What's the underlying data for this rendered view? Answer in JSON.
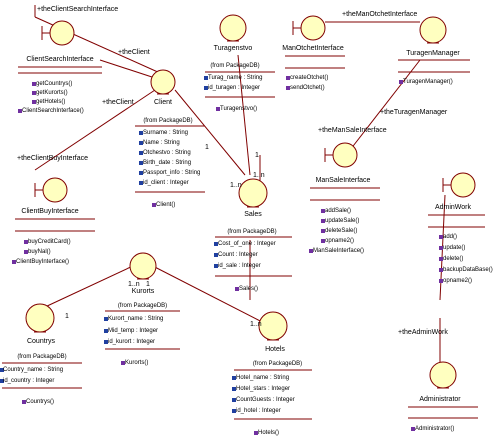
{
  "colors": {
    "fill": "#ffffc0",
    "line": "#800000",
    "stroke": "#000000",
    "attr_icon": "#2040a0",
    "op_icon": "#7030a0"
  },
  "classes": {
    "client_search_interface": {
      "name": "ClientSearchInterface",
      "kind": "boundary",
      "ops": [
        "getCountrys()",
        "getKurorts()",
        "getHotels()",
        "ClientSearchInterface()"
      ]
    },
    "client": {
      "name": "Client",
      "kind": "entity",
      "package": "(from PackageDB)",
      "attrs": [
        "Surname : String",
        "Name : String",
        "Otchestvo : String",
        "Birth_date : String",
        "Passport_info : String",
        "id_client : Integer"
      ],
      "ops": [
        "Client()"
      ]
    },
    "turagenstvo": {
      "name": "Turagenstvo",
      "kind": "entity",
      "package": "(from PackageDB)",
      "attrs": [
        "Turag_name : String",
        "id_turagen : Integer"
      ],
      "ops": [
        "Turagenstvo()"
      ]
    },
    "man_otchet_interface": {
      "name": "ManOtchetInterface",
      "kind": "boundary",
      "ops": [
        "createOtchet()",
        "sendOtchet()"
      ]
    },
    "turagen_manager": {
      "name": "TuragenManager",
      "kind": "actor-entity",
      "ops": [
        "TuragenManager()"
      ]
    },
    "man_sale_interface": {
      "name": "ManSaleInterface",
      "kind": "boundary",
      "ops": [
        "addSale()",
        "updateSale()",
        "deleteSale()",
        "opname2()",
        "ManSaleInterface()"
      ]
    },
    "client_buy_interface": {
      "name": "ClientBuyInterface",
      "kind": "boundary",
      "ops": [
        "buyCreditCard()",
        "buyNal()",
        "ClientBuyInterface()"
      ]
    },
    "sales": {
      "name": "Sales",
      "kind": "entity",
      "package": "(from PackageDB)",
      "attrs": [
        "Cost_of_one : Integer",
        "Count : Integer",
        "id_sale : Integer"
      ],
      "ops": [
        "Sales()"
      ]
    },
    "admin_work": {
      "name": "AdminWork",
      "kind": "boundary",
      "ops": [
        "add()",
        "update()",
        "delete()",
        "backupDataBase()",
        "opname2()"
      ]
    },
    "kurorts": {
      "name": "Kurorts",
      "kind": "entity",
      "package": "(from PackageDB)",
      "attrs": [
        "Kurort_name : String",
        "Mid_temp : Integer",
        "id_kurort : Integer"
      ],
      "ops": [
        "Kurorts()"
      ]
    },
    "countrys": {
      "name": "Countrys",
      "kind": "entity",
      "package": "(from PackageDB)",
      "attrs": [
        "Country_name : String",
        "id_country : Integer"
      ],
      "ops": [
        "Countrys()"
      ]
    },
    "hotels": {
      "name": "Hotels",
      "kind": "entity",
      "package": "(from PackageDB)",
      "attrs": [
        "Hotel_name : String",
        "Hotel_stars : Integer",
        "CountGuests : Integer",
        "id_hotel : Integer"
      ],
      "ops": [
        "Hotels()"
      ]
    },
    "administrator": {
      "name": "Administrator",
      "kind": "actor-entity",
      "ops": [
        "Administrator()"
      ]
    }
  },
  "roles": {
    "the_client_search_interface": "+theClientSearchInterface",
    "the_client_top": "+theClient",
    "the_client_mid": "+theClient",
    "the_client_buy_interface": "+theClientBuyInterface",
    "the_man_otchet_interface": "+theManOtchetInterface",
    "the_turagen_manager": "+theTuragenManager",
    "the_man_sale_interface": "+theManSaleInterface",
    "the_admin_work": "+theAdminWork"
  },
  "multiplicities": {
    "client_sales_1": "1",
    "client_sales_n": "1..n",
    "turag_sales_1": "1",
    "turag_sales_n": "1..n",
    "kurort_country_n": "1..n",
    "kurort_country_1": "1",
    "kurort_hotels_1": "1",
    "kurort_hotels_n": "1..n"
  }
}
